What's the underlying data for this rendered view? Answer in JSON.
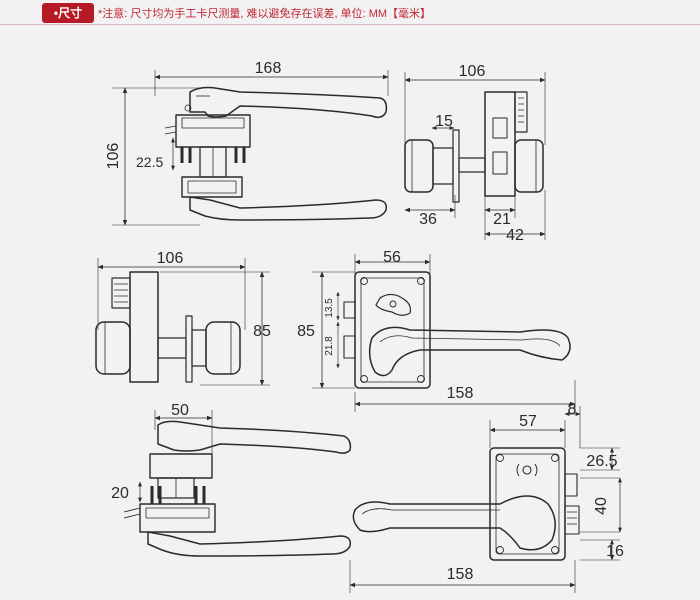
{
  "header": {
    "tag_label": "•尺寸",
    "note": "*注意: 尺寸均为手工卡尺测量, 难以避免存在误差, 单位: MM【毫米】"
  },
  "dimensions": {
    "view1_width": "168",
    "view1_height": "106",
    "view1_offset": "22.5",
    "view2_width": "106",
    "view2_inner": "15",
    "view2_left": "36",
    "view2_mid": "21",
    "view2_right": "42",
    "view3_width": "106",
    "view3_height": "85",
    "view4_plate": "56",
    "view4_height": "85",
    "view4_small1": "13.5",
    "view4_small2": "21.8",
    "view4_length": "158",
    "view5_width": "50",
    "view5_height": "20",
    "view6_plate": "57",
    "view6_edge": "8",
    "view6_offset": "26.5",
    "view6_height": "40",
    "view6_bottom": "16",
    "view6_length": "158"
  },
  "colors": {
    "accent": "#b51a25",
    "line": "#2b2b2b"
  }
}
